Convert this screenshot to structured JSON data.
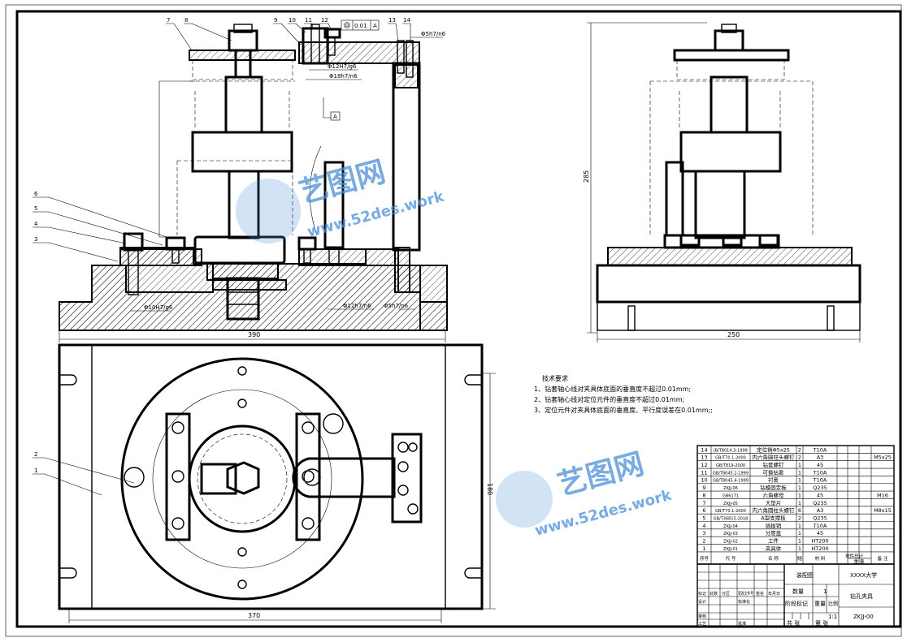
{
  "drawing": {
    "balloons_front": [
      "7",
      "8",
      "9",
      "10",
      "11",
      "12",
      "13",
      "14"
    ],
    "balloons_left": [
      "6",
      "5",
      "4",
      "3"
    ],
    "balloons_top": [
      "2",
      "1"
    ],
    "fits": {
      "f12H7g6": "Φ12H7/g6",
      "f18h7n6": "Φ18h7/n6",
      "f5h7n6_top": "Φ5h7/n6",
      "f10H7g6": "Φ10H7/g6",
      "f12h7n6": "Φ12h7/n6",
      "f5h7n6_bottom": "Φ5h7/n6"
    },
    "tolerance": {
      "value": "0.01",
      "datum": "A"
    },
    "datum_label": "A",
    "dimensions": {
      "front_width": "390",
      "side_width": "250",
      "side_height": "285",
      "top_width": "370",
      "top_height": "180"
    }
  },
  "tech_requirements": {
    "title": "技术要求",
    "items": [
      "1、钻套轴心线对夹具体底面的垂直度不超过0.01mm;",
      "2、钻套轴心线对定位元件的垂直度不超过0.01mm;",
      "3、定位元件对夹具体底面的垂直度、平行度误差在0.01mm;;"
    ]
  },
  "parts_list": {
    "rows": [
      {
        "no": "14",
        "code": "JB/T8014.3-1999",
        "name": "定位销Φ5x25",
        "qty": "2",
        "material": "T10A",
        "note": ""
      },
      {
        "no": "13",
        "code": "GB/T70.1-2000",
        "name": "内六角圆柱头螺钉",
        "qty": "2",
        "material": "A3",
        "note": "M5x25"
      },
      {
        "no": "12",
        "code": "GB/T819-2000",
        "name": "钻套螺钉",
        "qty": "1",
        "material": "45",
        "note": ""
      },
      {
        "no": "11",
        "code": "GB/T8045.2-1999",
        "name": "可换钻套",
        "qty": "1",
        "material": "T10A",
        "note": ""
      },
      {
        "no": "10",
        "code": "GB/T8045.4-1999",
        "name": "衬套",
        "qty": "1",
        "material": "T10A",
        "note": ""
      },
      {
        "no": "9",
        "code": "ZKJJ-06",
        "name": "钻模固定板",
        "qty": "1",
        "material": "Q235",
        "note": ""
      },
      {
        "no": "8",
        "code": "GB6171",
        "name": "六角螺母",
        "qty": "1",
        "material": "45",
        "note": "M16"
      },
      {
        "no": "7",
        "code": "ZKJJ-05",
        "name": "大垫片",
        "qty": "1",
        "material": "Q235",
        "note": ""
      },
      {
        "no": "6",
        "code": "GB/T70.1-2000",
        "name": "内六角圆柱头螺钉",
        "qty": "6",
        "material": "A3",
        "note": "M8x15"
      },
      {
        "no": "5",
        "code": "GB/T36815-2018",
        "name": "A型支撑板",
        "qty": "2",
        "material": "Q235",
        "note": ""
      },
      {
        "no": "4",
        "code": "ZKJJ-04",
        "name": "插拔销",
        "qty": "1",
        "material": "T10A",
        "note": ""
      },
      {
        "no": "3",
        "code": "ZKJJ-03",
        "name": "分度盘",
        "qty": "1",
        "material": "45",
        "note": ""
      },
      {
        "no": "2",
        "code": "ZKJJ-02",
        "name": "工件",
        "qty": "1",
        "material": "HT200",
        "note": ""
      },
      {
        "no": "1",
        "code": "ZKJJ-01",
        "name": "夹具体",
        "qty": "1",
        "material": "HT200",
        "note": ""
      }
    ],
    "header": {
      "no": "序号",
      "code": "代 号",
      "name": "名 称",
      "qty": "数量",
      "material": "材 料",
      "unit_total": "单件总计",
      "weight": "重 量",
      "note": "备 注"
    }
  },
  "title_block": {
    "drawing_type": "装配图",
    "school": "XXXX大学",
    "product_name": "钻孔夹具",
    "drawing_no": "ZKJJ-00",
    "quantity_label": "数量",
    "quantity": "1",
    "stage_label": "阶段标记",
    "weight_label": "重量",
    "scale_label": "比例",
    "scale": "1:1",
    "sheets_total": "共 张",
    "sheet_no": "第 张",
    "rev_labels": [
      "标记",
      "处数",
      "分区",
      "更改文件号",
      "签名",
      "年月日"
    ],
    "design": "设计",
    "standardize": "标准化",
    "review": "审核",
    "process": "工艺",
    "approve": "批准"
  },
  "watermark": {
    "brand": "艺图网",
    "url": "www.52des.work",
    "color": "#4a90d9"
  }
}
